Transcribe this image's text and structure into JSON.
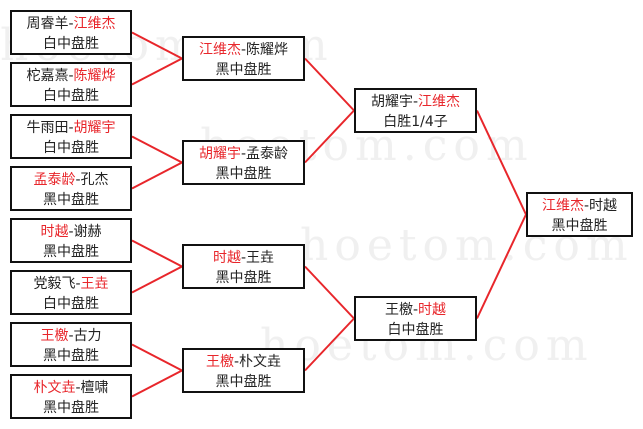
{
  "watermark": "hoetom.com",
  "colors": {
    "winner": "#e8262b",
    "line": "#e8262b",
    "border": "#111111"
  },
  "separator": "-",
  "matches": [
    {
      "round": 1,
      "p1": "周睿羊",
      "p2": "江维杰",
      "winner": 2,
      "result": "白中盘胜"
    },
    {
      "round": 1,
      "p1": "柁嘉熹",
      "p2": "陈耀烨",
      "winner": 2,
      "result": "白中盘胜"
    },
    {
      "round": 1,
      "p1": "牛雨田",
      "p2": "胡耀宇",
      "winner": 2,
      "result": "白中盘胜"
    },
    {
      "round": 1,
      "p1": "孟泰龄",
      "p2": "孔杰",
      "winner": 1,
      "result": "黑中盘胜"
    },
    {
      "round": 1,
      "p1": "时越",
      "p2": "谢赫",
      "winner": 1,
      "result": "黑中盘胜"
    },
    {
      "round": 1,
      "p1": "党毅飞",
      "p2": "王垚",
      "winner": 2,
      "result": "白中盘胜"
    },
    {
      "round": 1,
      "p1": "王檄",
      "p2": "古力",
      "winner": 1,
      "result": "黑中盘胜"
    },
    {
      "round": 1,
      "p1": "朴文垚",
      "p2": "檀啸",
      "winner": 1,
      "result": "黑中盘胜"
    },
    {
      "round": 2,
      "p1": "江维杰",
      "p2": "陈耀烨",
      "winner": 1,
      "result": "黑中盘胜"
    },
    {
      "round": 2,
      "p1": "胡耀宇",
      "p2": "孟泰龄",
      "winner": 1,
      "result": "黑中盘胜"
    },
    {
      "round": 2,
      "p1": "时越",
      "p2": "王垚",
      "winner": 1,
      "result": "黑中盘胜"
    },
    {
      "round": 2,
      "p1": "王檄",
      "p2": "朴文垚",
      "winner": 1,
      "result": "黑中盘胜"
    },
    {
      "round": 3,
      "p1": "胡耀宇",
      "p2": "江维杰",
      "winner": 2,
      "result": "白胜1/4子"
    },
    {
      "round": 3,
      "p1": "王檄",
      "p2": "时越",
      "winner": 2,
      "result": "白中盘胜"
    },
    {
      "round": 4,
      "p1": "江维杰",
      "p2": "时越",
      "winner": 1,
      "result": "黑中盘胜"
    }
  ]
}
